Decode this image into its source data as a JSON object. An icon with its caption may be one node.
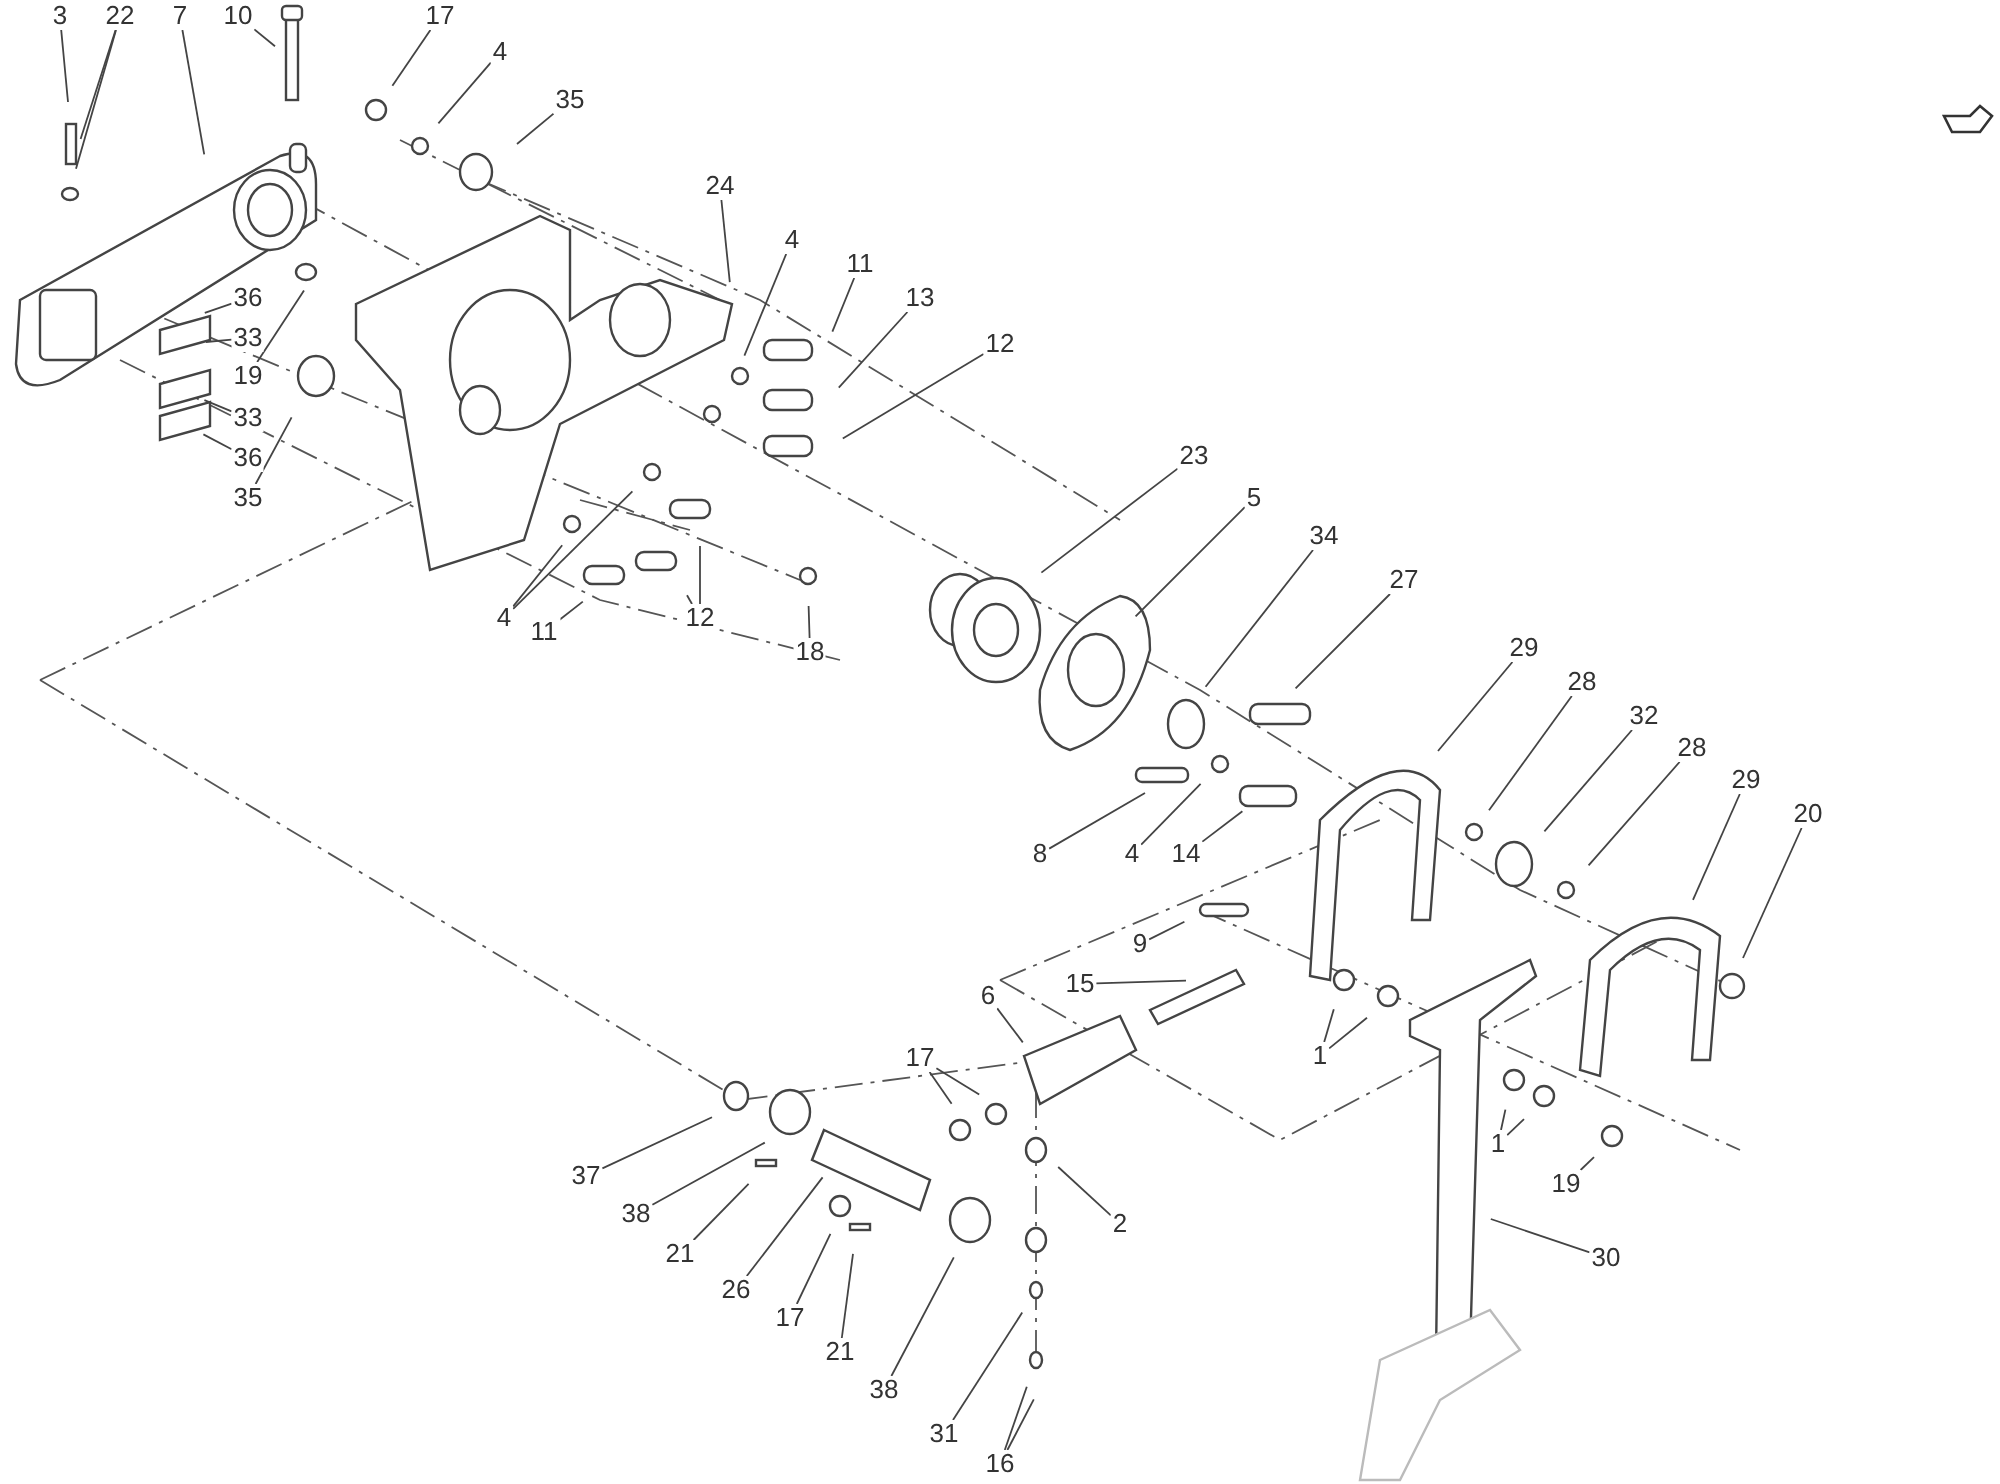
{
  "diagram": {
    "nodes": [
      {
        "text": [
          "3"
        ]
      },
      {
        "text": [
          "22"
        ]
      },
      {
        "text": [
          "7"
        ]
      },
      {
        "text": [
          "10"
        ]
      },
      {
        "text": [
          "17"
        ]
      },
      {
        "text": [
          "4"
        ]
      },
      {
        "text": [
          "35"
        ]
      },
      {
        "text": [
          "24"
        ]
      },
      {
        "text": [
          "4"
        ]
      },
      {
        "text": [
          "11"
        ]
      },
      {
        "text": [
          "13"
        ]
      },
      {
        "text": [
          "12"
        ]
      },
      {
        "text": [
          "36"
        ]
      },
      {
        "text": [
          "33"
        ]
      },
      {
        "text": [
          "19"
        ]
      },
      {
        "text": [
          "33"
        ]
      },
      {
        "text": [
          "36"
        ]
      },
      {
        "text": [
          "35"
        ]
      },
      {
        "text": [
          "4"
        ]
      },
      {
        "text": [
          "11"
        ]
      },
      {
        "text": [
          "12"
        ]
      },
      {
        "text": [
          "18"
        ]
      },
      {
        "text": [
          "23"
        ]
      },
      {
        "text": [
          "5"
        ]
      },
      {
        "text": [
          "34"
        ]
      },
      {
        "text": [
          "27"
        ]
      },
      {
        "text": [
          "8"
        ]
      },
      {
        "text": [
          "4"
        ]
      },
      {
        "text": [
          "14"
        ]
      },
      {
        "text": [
          "29"
        ]
      },
      {
        "text": [
          "28"
        ]
      },
      {
        "text": [
          "32"
        ]
      },
      {
        "text": [
          "28"
        ]
      },
      {
        "text": [
          "29"
        ]
      },
      {
        "text": [
          "20"
        ]
      },
      {
        "text": [
          "9"
        ]
      },
      {
        "text": [
          "15"
        ]
      },
      {
        "text": [
          "6"
        ]
      },
      {
        "text": [
          "17"
        ]
      },
      {
        "text": [
          "1"
        ]
      },
      {
        "text": [
          "1"
        ]
      },
      {
        "text": [
          "19"
        ]
      },
      {
        "text": [
          "30"
        ]
      },
      {
        "text": [
          "2"
        ]
      },
      {
        "text": [
          "37"
        ]
      },
      {
        "text": [
          "38"
        ]
      },
      {
        "text": [
          "21"
        ]
      },
      {
        "text": [
          "26"
        ]
      },
      {
        "text": [
          "17"
        ]
      },
      {
        "text": [
          "21"
        ]
      },
      {
        "text": [
          "38"
        ]
      },
      {
        "text": [
          "31"
        ]
      },
      {
        "text": [
          "16"
        ]
      }
    ],
    "edges": [
      {
        "from": 0,
        "to": null,
        "arrow": "none"
      },
      {
        "from": 1,
        "to": null,
        "arrow": "none"
      },
      {
        "from": 1,
        "to": null,
        "arrow": "none"
      },
      {
        "from": 2,
        "to": null,
        "arrow": "none"
      },
      {
        "from": 3,
        "to": null,
        "arrow": "none"
      },
      {
        "from": 4,
        "to": null,
        "arrow": "none"
      },
      {
        "from": 5,
        "to": null,
        "arrow": "none"
      },
      {
        "from": 6,
        "to": null,
        "arrow": "none"
      },
      {
        "from": 7,
        "to": null,
        "arrow": "none"
      },
      {
        "from": 8,
        "to": null,
        "arrow": "none"
      },
      {
        "from": 9,
        "to": null,
        "arrow": "none"
      },
      {
        "from": 10,
        "to": null,
        "arrow": "none"
      },
      {
        "from": 11,
        "to": null,
        "arrow": "none"
      },
      {
        "from": 12,
        "to": null,
        "arrow": "none"
      },
      {
        "from": 13,
        "to": null,
        "arrow": "none"
      },
      {
        "from": 14,
        "to": null,
        "arrow": "none"
      },
      {
        "from": 15,
        "to": null,
        "arrow": "none"
      },
      {
        "from": 16,
        "to": null,
        "arrow": "none"
      },
      {
        "from": 17,
        "to": null,
        "arrow": "none"
      },
      {
        "from": 18,
        "to": null,
        "arrow": "none"
      },
      {
        "from": 18,
        "to": null,
        "arrow": "none"
      },
      {
        "from": 19,
        "to": null,
        "arrow": "none"
      },
      {
        "from": 20,
        "to": null,
        "arrow": "none"
      },
      {
        "from": 20,
        "to": null,
        "arrow": "none"
      },
      {
        "from": 21,
        "to": null,
        "arrow": "none"
      },
      {
        "from": 22,
        "to": null,
        "arrow": "none"
      },
      {
        "from": 23,
        "to": null,
        "arrow": "none"
      },
      {
        "from": 24,
        "to": null,
        "arrow": "none"
      },
      {
        "from": 25,
        "to": null,
        "arrow": "none"
      },
      {
        "from": 26,
        "to": null,
        "arrow": "none"
      },
      {
        "from": 27,
        "to": null,
        "arrow": "none"
      },
      {
        "from": 28,
        "to": null,
        "arrow": "none"
      },
      {
        "from": 29,
        "to": null,
        "arrow": "none"
      },
      {
        "from": 30,
        "to": null,
        "arrow": "none"
      },
      {
        "from": 31,
        "to": null,
        "arrow": "none"
      },
      {
        "from": 32,
        "to": null,
        "arrow": "none"
      },
      {
        "from": 33,
        "to": null,
        "arrow": "none"
      },
      {
        "from": 34,
        "to": null,
        "arrow": "none"
      },
      {
        "from": 35,
        "to": null,
        "arrow": "none"
      },
      {
        "from": 36,
        "to": null,
        "arrow": "none"
      },
      {
        "from": 37,
        "to": null,
        "arrow": "none"
      },
      {
        "from": 38,
        "to": null,
        "arrow": "none"
      },
      {
        "from": 38,
        "to": null,
        "arrow": "none"
      },
      {
        "from": 39,
        "to": null,
        "arrow": "none"
      },
      {
        "from": 39,
        "to": null,
        "arrow": "none"
      },
      {
        "from": 40,
        "to": null,
        "arrow": "none"
      },
      {
        "from": 40,
        "to": null,
        "arrow": "none"
      },
      {
        "from": 41,
        "to": null,
        "arrow": "none"
      },
      {
        "from": 42,
        "to": null,
        "arrow": "none"
      },
      {
        "from": 43,
        "to": null,
        "arrow": "none"
      },
      {
        "from": 44,
        "to": null,
        "arrow": "none"
      },
      {
        "from": 45,
        "to": null,
        "arrow": "none"
      },
      {
        "from": 46,
        "to": null,
        "arrow": "none"
      },
      {
        "from": 47,
        "to": null,
        "arrow": "none"
      },
      {
        "from": 48,
        "to": null,
        "arrow": "none"
      },
      {
        "from": 49,
        "to": null,
        "arrow": "none"
      },
      {
        "from": 50,
        "to": null,
        "arrow": "none"
      },
      {
        "from": 51,
        "to": null,
        "arrow": "none"
      },
      {
        "from": 52,
        "to": null,
        "arrow": "none"
      },
      {
        "from": 52,
        "to": null,
        "arrow": "none"
      }
    ]
  }
}
